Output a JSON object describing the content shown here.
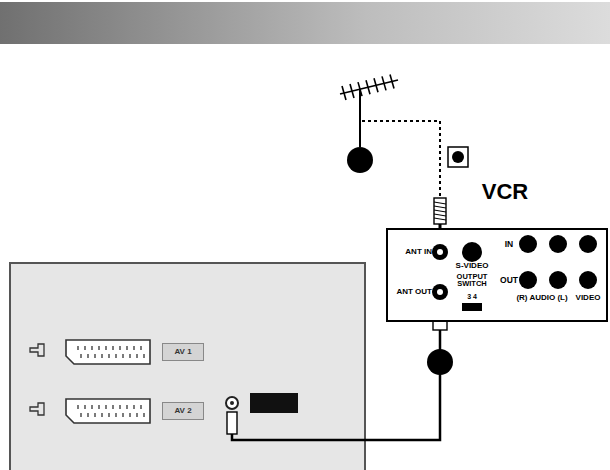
{
  "diagram": {
    "nodes": [
      {
        "text": [
          "VCR",
          "ANT IN",
          "S-VIDEO",
          "IN",
          "OUT",
          "OUTPUT SWITCH",
          "3 4",
          "(R) AUDIO (L)",
          "VIDEO",
          "ANT OUT"
        ]
      },
      {
        "text": [
          "AV 1"
        ]
      },
      {
        "text": [
          "AV 2"
        ]
      }
    ]
  }
}
